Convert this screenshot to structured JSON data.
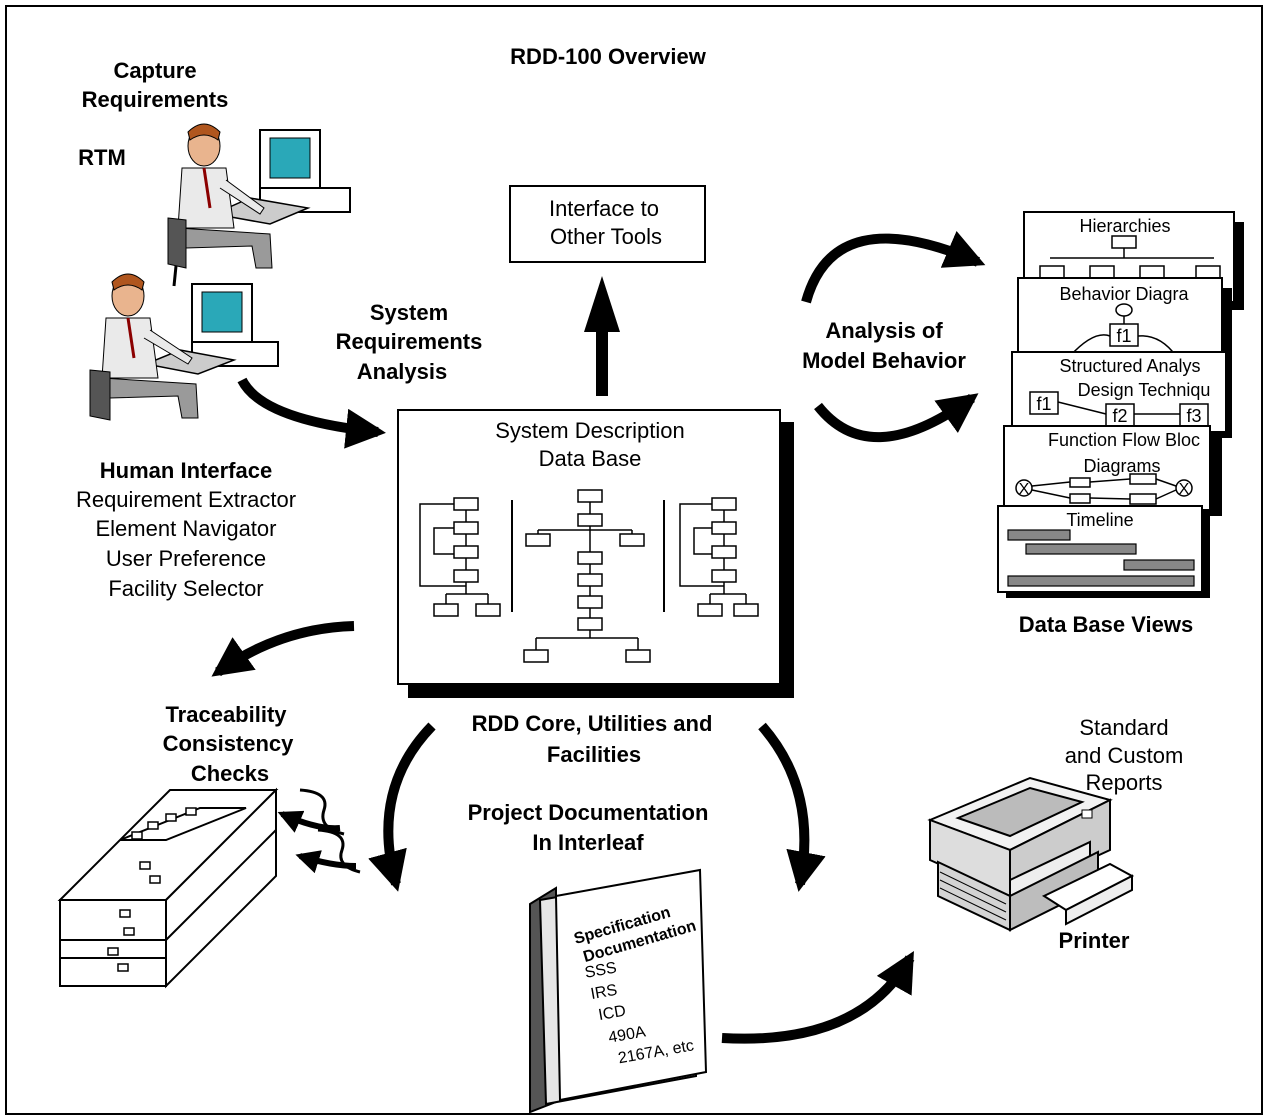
{
  "title": "RDD-100 Overview",
  "capture": {
    "line1": "Capture",
    "line2": "Requirements"
  },
  "rtm": "RTM",
  "sysreq": {
    "line1": "System",
    "line2": "Requirements",
    "line3": "Analysis"
  },
  "human_interface": {
    "title": "Human Interface",
    "items": [
      "Requirement Extractor",
      "Element Navigator",
      "User Preference",
      "Facility Selector"
    ]
  },
  "interface_box": {
    "line1": "Interface to",
    "line2": "Other Tools"
  },
  "sddb": {
    "line1": "System Description",
    "line2": "Data Base"
  },
  "analysis": {
    "line1": "Analysis of",
    "line2": "Model Behavior"
  },
  "views": {
    "hierarchies": "Hierarchies",
    "behavior": "Behavior Diagra",
    "sadt1": "Structured Analys",
    "sadt2": "Design Techniqu",
    "ffbd1": "Function Flow Bloc",
    "ffbd2": "Diagrams",
    "timeline": "Timeline",
    "f1": "f1",
    "f2": "f2",
    "f3": "f3",
    "caption": "Data Base Views"
  },
  "traceability": {
    "line1": "Traceability",
    "line2": "Consistency",
    "line3": "Checks"
  },
  "core": {
    "line1": "RDD Core, Utilities and",
    "line2": "Facilities"
  },
  "project_doc": {
    "line1": "Project Documentation",
    "line2": "In Interleaf"
  },
  "book": {
    "title1": "Specification",
    "title2": "Documentation",
    "items": [
      "SSS",
      "IRS",
      "ICD",
      "490A",
      "2167A, etc"
    ]
  },
  "reports": {
    "line1": "Standard",
    "line2": "and Custom",
    "line3": "Reports"
  },
  "printer": "Printer"
}
